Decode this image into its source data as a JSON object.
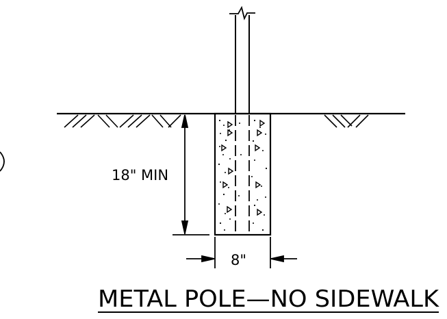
{
  "diagram": {
    "title": "METAL POLE—NO SIDEWALK",
    "depth_label": "18\"  MIN",
    "width_label": "8\"",
    "ink_color": "#000000",
    "background_color": "#ffffff"
  }
}
